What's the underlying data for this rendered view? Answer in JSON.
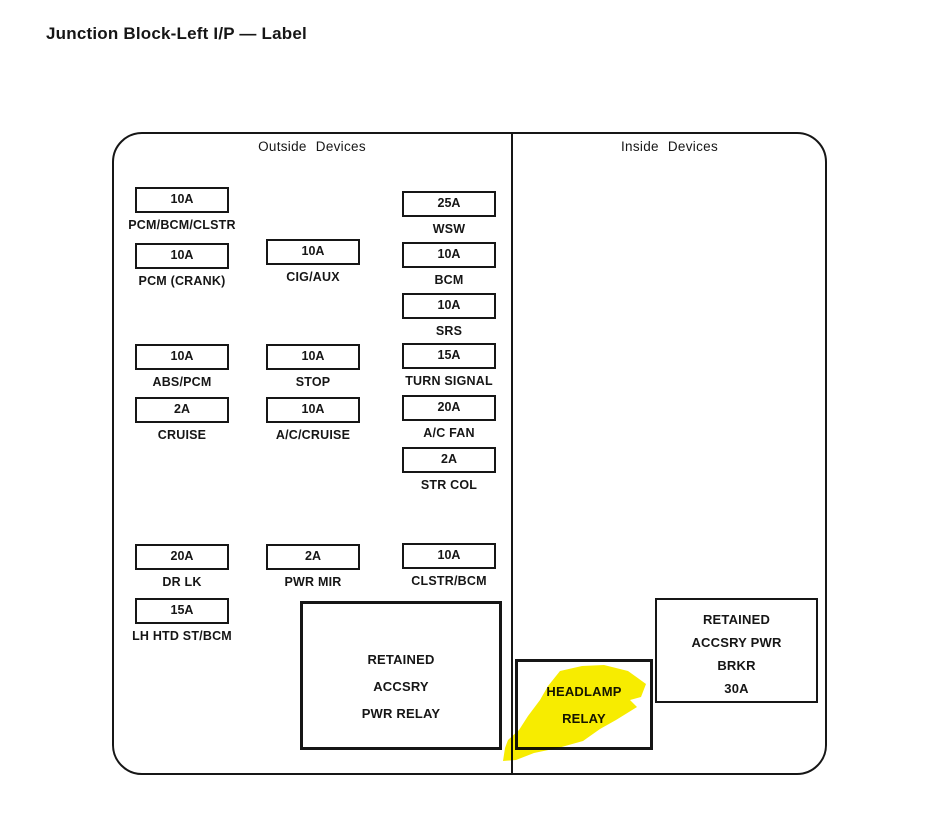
{
  "title": "Junction Block-Left I/P — Label",
  "colors": {
    "ink": "#161616",
    "background": "#ffffff",
    "highlight_yellow": "#f7ec00"
  },
  "panel": {
    "left_header": "Outside Devices",
    "right_header": "Inside Devices"
  },
  "fuses": {
    "col1": [
      {
        "amp": "10A",
        "label": "PCM/BCM/CLSTR"
      },
      {
        "amp": "10A",
        "label": "PCM (CRANK)"
      },
      {
        "amp": "10A",
        "label": "ABS/PCM"
      },
      {
        "amp": "2A",
        "label": "CRUISE"
      },
      {
        "amp": "20A",
        "label": "DR LK"
      },
      {
        "amp": "15A",
        "label": "LH HTD ST/BCM"
      }
    ],
    "col2": [
      {
        "amp": "10A",
        "label": "CIG/AUX"
      },
      {
        "amp": "10A",
        "label": "STOP"
      },
      {
        "amp": "10A",
        "label": "A/C/CRUISE"
      },
      {
        "amp": "2A",
        "label": "PWR MIR"
      }
    ],
    "col3": [
      {
        "amp": "25A",
        "label": "WSW"
      },
      {
        "amp": "10A",
        "label": "BCM"
      },
      {
        "amp": "10A",
        "label": "SRS"
      },
      {
        "amp": "15A",
        "label": "TURN SIGNAL"
      },
      {
        "amp": "20A",
        "label": "A/C FAN"
      },
      {
        "amp": "2A",
        "label": "STR COL"
      },
      {
        "amp": "10A",
        "label": "CLSTR/BCM"
      }
    ]
  },
  "relays": {
    "rap_relay": {
      "lines": [
        "RETAINED",
        "ACCSRY",
        "PWR RELAY"
      ]
    },
    "headlamp_relay": {
      "lines": [
        "HEADLAMP",
        "RELAY"
      ],
      "highlighted": true
    },
    "rap_breaker": {
      "lines": [
        "RETAINED",
        "ACCSRY PWR",
        "BRKR",
        "30A"
      ]
    }
  }
}
